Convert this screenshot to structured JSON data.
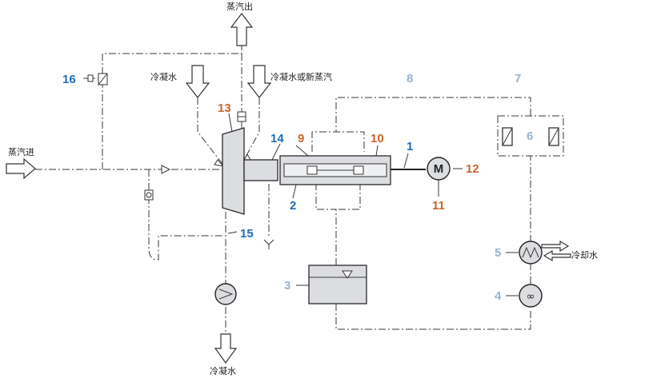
{
  "colors": {
    "blue": "#1f6db3",
    "orange": "#c8652a",
    "lightblue": "#9ab4cf",
    "line": "#3a3a3a"
  },
  "labels": {
    "steam_in": "蒸汽进",
    "steam_out": "蒸汽出",
    "condensate_top": "冷凝水",
    "condensate_or_fresh_steam": "冷凝水或新蒸汽",
    "cooling_water": "冷却水",
    "condensate_bottom": "冷凝水"
  },
  "numbers": {
    "n1": "1",
    "n2": "2",
    "n3": "3",
    "n4": "4",
    "n5": "5",
    "n6": "6",
    "n7": "7",
    "n8": "8",
    "n9": "9",
    "n10": "10",
    "n11": "11",
    "n12": "12",
    "n13": "13",
    "n14": "14",
    "n15": "15",
    "n16": "16"
  },
  "motor_symbol": "M"
}
